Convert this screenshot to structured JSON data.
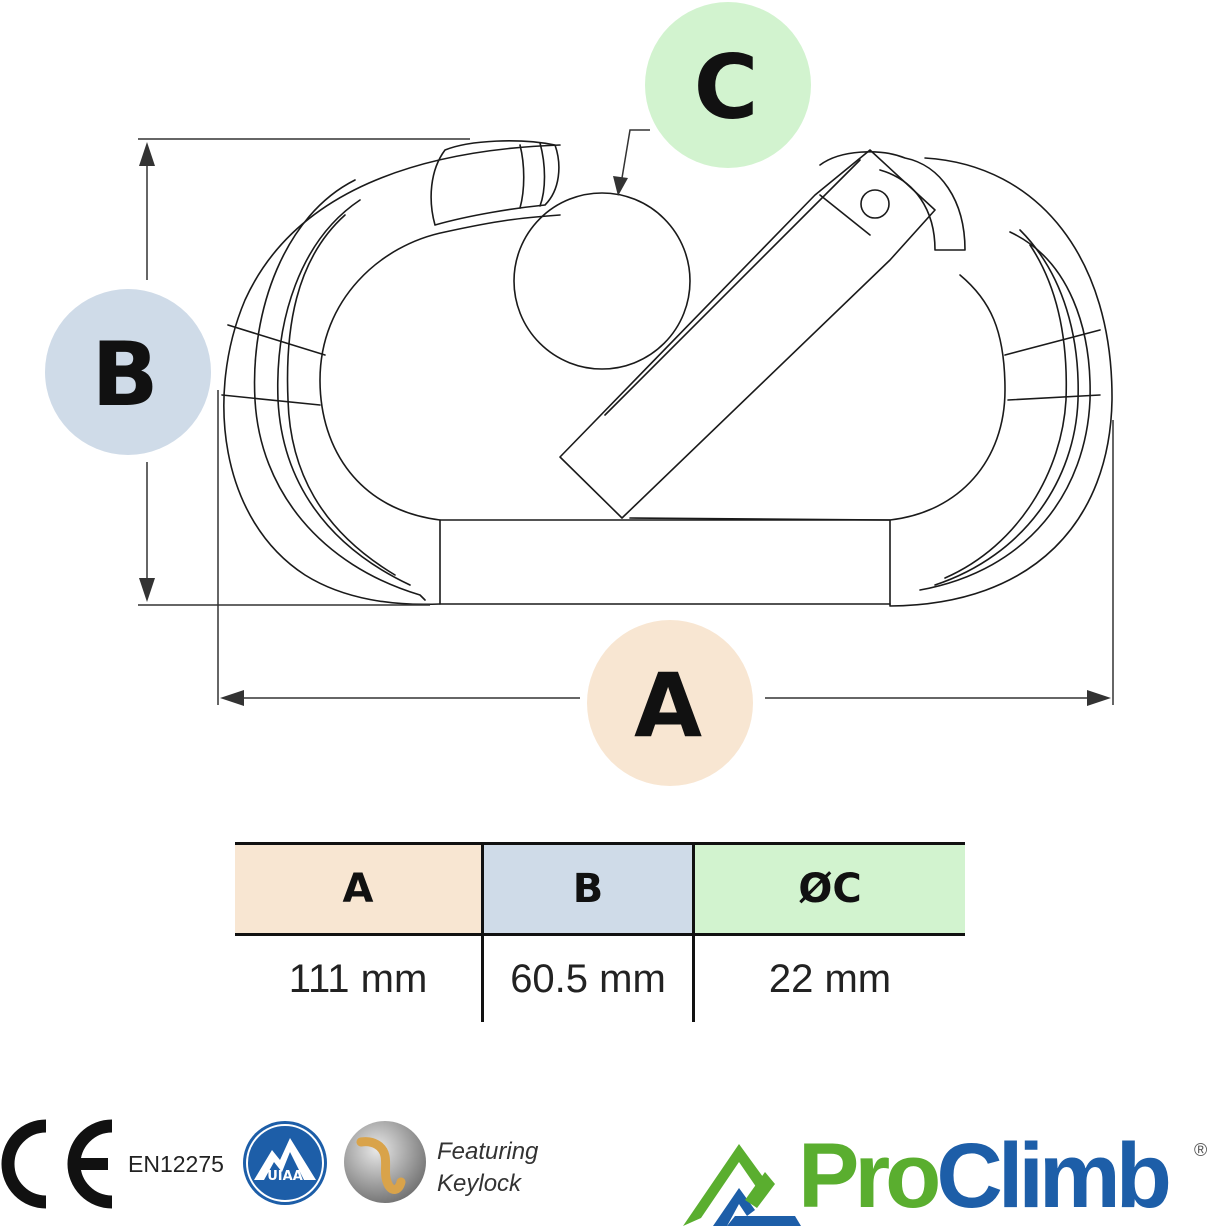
{
  "diagram": {
    "labels": {
      "a": "A",
      "b": "B",
      "c": "C"
    },
    "colors": {
      "a_circle": "#f8e6d2",
      "b_circle": "#cfdbe8",
      "c_circle": "#d2f3cf",
      "outline": "#1a1a1a"
    }
  },
  "dimension_table": {
    "headers": [
      "A",
      "B",
      "ØC"
    ],
    "values": [
      "111 mm",
      "60.5 mm",
      "22 mm"
    ],
    "header_colors": [
      "#f8e6d2",
      "#cfdbe8",
      "#d2f3cf"
    ]
  },
  "certifications": {
    "ce_mark": "CE",
    "standard": "EN12275",
    "uiaa": "UIAA",
    "feature_line1": "Featuring",
    "feature_line2": "Keylock"
  },
  "brand": {
    "name_part1": "Pro",
    "name_part2": "Climb",
    "registered": "®",
    "colors": {
      "green": "#5aae2f",
      "blue": "#1d5ea8"
    }
  }
}
